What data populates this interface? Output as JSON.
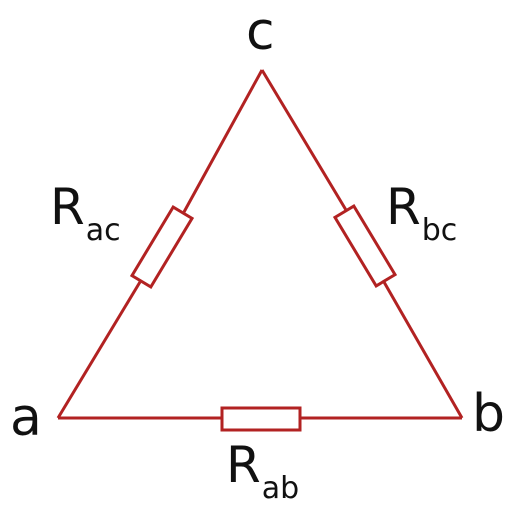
{
  "diagram": {
    "line_color": "#b22222",
    "text_color": "#111111",
    "nodes": {
      "a": "a",
      "b": "b",
      "c": "c"
    },
    "resistors": {
      "ab": {
        "main": "R",
        "sub": "ab"
      },
      "ac": {
        "main": "R",
        "sub": "ac"
      },
      "bc": {
        "main": "R",
        "sub": "bc"
      }
    }
  }
}
